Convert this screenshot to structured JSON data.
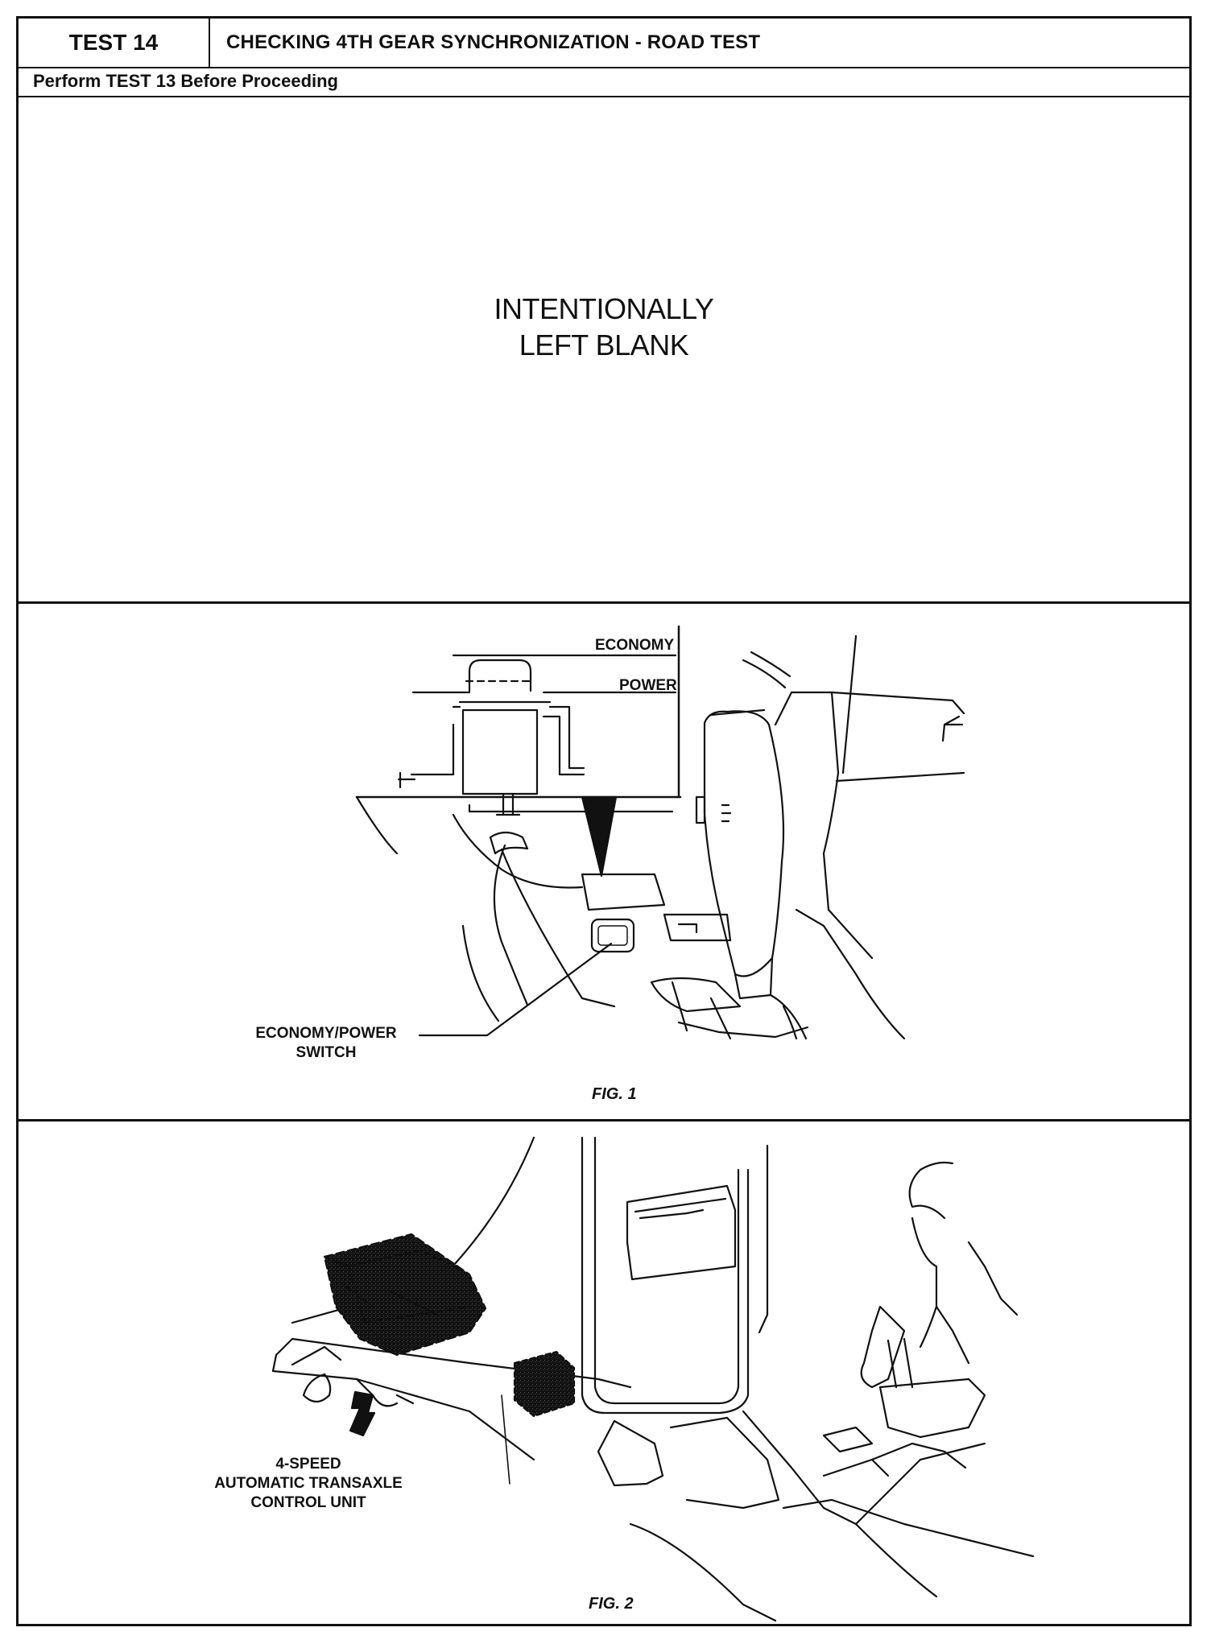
{
  "header": {
    "test_number": "TEST 14",
    "title": "CHECKING 4TH GEAR SYNCHRONIZATION - ROAD TEST",
    "prerequisite": "Perform TEST 13 Before Proceeding"
  },
  "blank_panel": {
    "line1": "INTENTIONALLY",
    "line2": "LEFT BLANK"
  },
  "figure1": {
    "label_economy": "ECONOMY",
    "label_power": "POWER",
    "switch_label_line1": "ECONOMY/POWER",
    "switch_label_line2": "SWITCH",
    "caption": "FIG. 1"
  },
  "figure2": {
    "label_line1": "4-SPEED",
    "label_line2": "AUTOMATIC TRANSAXLE",
    "label_line3": "CONTROL UNIT",
    "caption": "FIG. 2"
  }
}
